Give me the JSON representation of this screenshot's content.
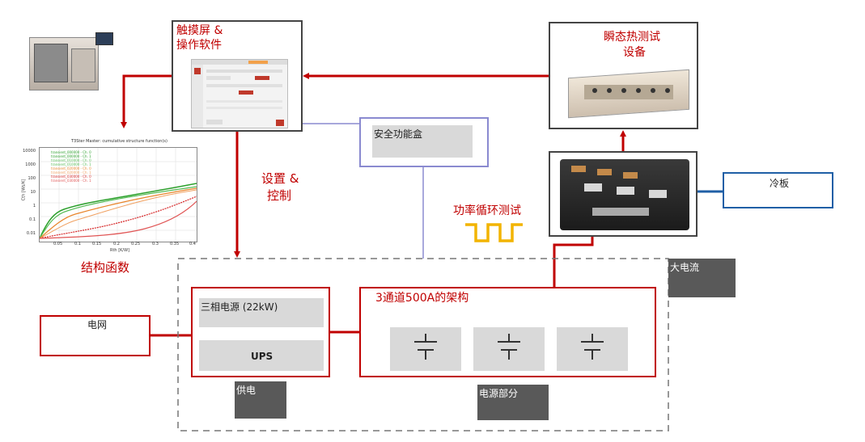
{
  "touch_screen": {
    "line1": "触摸屏 &",
    "line2": "操作软件"
  },
  "transient": {
    "line1": "瞬态热测试",
    "line2": "设备"
  },
  "safety_box": "安全功能盒",
  "cold_plate": "冷板",
  "setup_control": {
    "line1": "设置 &",
    "line2": "控制"
  },
  "power_cycle": "功率循环测试",
  "structure_function": "结构函数",
  "grid": "电网",
  "three_phase": "三相电源 (22kW)",
  "ups": "UPS",
  "arch": "3通道500A的架构",
  "big_current": "大电流",
  "power_supply": "供电",
  "power_section": "电源部分",
  "chart_title": "T3Ster Master: cumulative structure function(s)",
  "chart_legend": [
    "transient_000000 - Ch. 0",
    "transient_000000 - Ch. 1",
    "transient_010000 - Ch. 0",
    "transient_010000 - Ch. 1",
    "transient_020000 - Ch. 0",
    "transient_020000 - Ch. 1",
    "transient_030000 - Ch. 0",
    "transient_030000 - Ch. 1"
  ],
  "chart_yticks": [
    "10000",
    "1000",
    "100",
    "10",
    "1",
    "0.1",
    "0.01"
  ],
  "chart_xticks": [
    "0.05",
    "0.1",
    "0.15",
    "0.2",
    "0.25",
    "0.3",
    "0.35",
    "0.4"
  ],
  "chart_xlabel": "Rth [K/W]",
  "chart_ylabel": "Cth [Ws/K]",
  "colors": {
    "red": "#c00000",
    "blue": "#1f5fa6",
    "purple": "#8a8ad0",
    "dark": "#444444"
  }
}
